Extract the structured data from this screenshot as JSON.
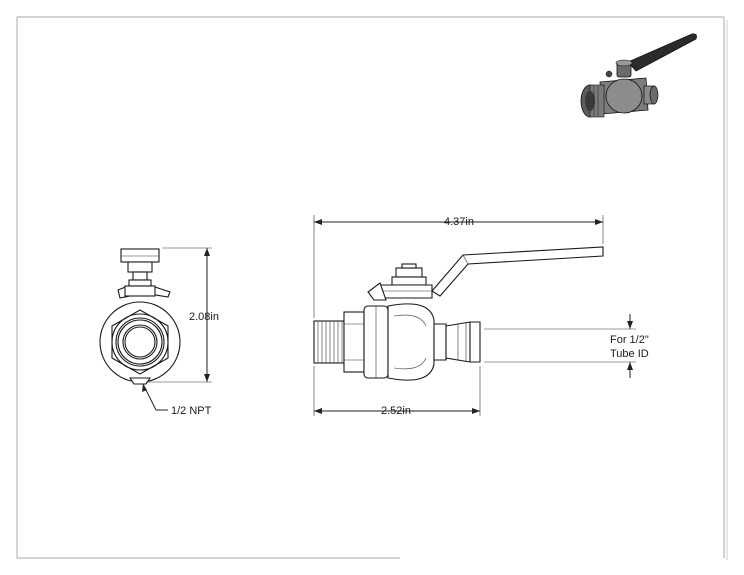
{
  "drawing": {
    "front_view": {
      "height_dimension": "2.08in",
      "thread_callout": "1/2 NPT"
    },
    "side_view": {
      "overall_length": "4.37in",
      "body_length": "2.52in",
      "tube_note_line1": "For 1/2\"",
      "tube_note_line2": "Tube ID"
    },
    "colors": {
      "line": "#1a1a1a",
      "border": "#a8a8a8",
      "handle": "#2b2b2b"
    }
  }
}
